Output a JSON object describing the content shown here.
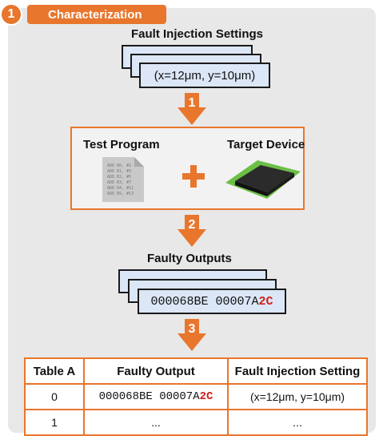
{
  "header": {
    "step_number": "1",
    "title": "Characterization"
  },
  "fault_injection": {
    "title": "Fault Injection Settings",
    "setting": "(x=12μm, y=10μm)"
  },
  "arrows": [
    "1",
    "2",
    "3"
  ],
  "inputs": {
    "test_program_label": "Test Program",
    "target_device_label": "Target Device",
    "program_lines": [
      "ADD R0, #2",
      "ADD R1, #3",
      "ADD R2, #5",
      "ADD R3, #7",
      "ADD R4, #11",
      "ADD R5, #13"
    ],
    "plus": "+"
  },
  "faulty_outputs": {
    "title": "Faulty Outputs",
    "value_prefix": "000068BE 00007A",
    "value_highlight": "2C"
  },
  "table": {
    "label": "Table A",
    "columns": [
      "Faulty Output",
      "Fault Injection Setting"
    ],
    "rows": [
      {
        "index": "0",
        "output_prefix": "000068BE 00007A",
        "output_highlight": "2C",
        "setting": "(x=12μm, y=10μm)"
      },
      {
        "index": "1",
        "output": "...",
        "setting": "..."
      }
    ]
  },
  "colors": {
    "accent": "#e8762d",
    "card_fill": "#dbe6f6",
    "highlight": "#d0201c",
    "device_pad": "#6cbf45"
  }
}
